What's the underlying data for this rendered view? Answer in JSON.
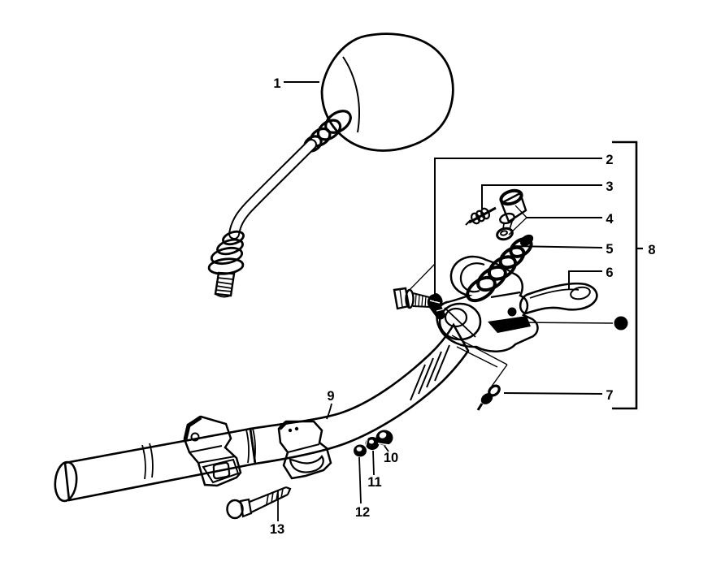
{
  "page": {
    "background": "#ffffff",
    "ink": "#000000"
  },
  "callouts": {
    "c1": "1",
    "c2": "2",
    "c3": "3",
    "c4": "4",
    "c5": "5",
    "c6": "6",
    "c7": "7",
    "c8": "8",
    "c9": "9",
    "c10": "10",
    "c11": "11",
    "c12": "12",
    "c13": "13"
  },
  "markers": {
    "filled_dot_color": "#000000"
  }
}
